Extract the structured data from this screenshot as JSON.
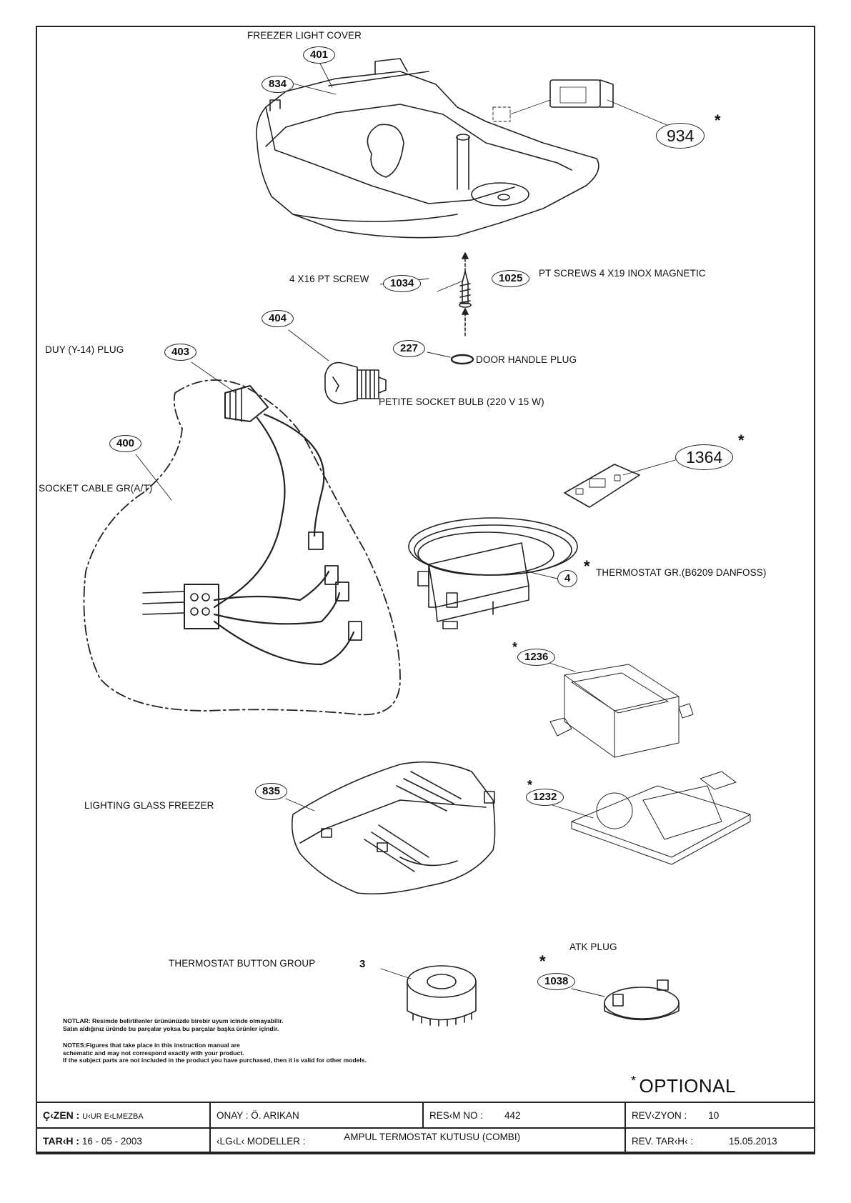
{
  "parts": {
    "freezer_light_cover": {
      "label": "FREEZER LIGHT COVER",
      "num": "401"
    },
    "p834": "834",
    "p934": "934",
    "screw_4x16": {
      "label": "4 X16  PT SCREW",
      "num": "1034"
    },
    "screw_4x19": {
      "label": "PT SCREWS 4 X19 INOX MAGNETIC",
      "num": "1025"
    },
    "p404": "404",
    "duy_plug": {
      "label": "DUY (Y-14) PLUG",
      "num": "403"
    },
    "door_handle_plug": {
      "label": "DOOR HANDLE PLUG",
      "num": "227"
    },
    "petite_bulb": {
      "label": "PETITE SOCKET BULB (220 V 15 W)"
    },
    "socket_cable": {
      "label": "SOCKET CABLE GR(A/T)",
      "num": "400"
    },
    "p1364": "1364",
    "thermostat": {
      "label": "THERMOSTAT GR.(B6209 DANFOSS)",
      "num": "4"
    },
    "p1236": "1236",
    "lighting_glass": {
      "label": "LIGHTING GLASS FREEZER",
      "num": "835"
    },
    "p1232": "1232",
    "thermostat_button": {
      "label": "THERMOSTAT BUTTON GROUP",
      "num": "3"
    },
    "atk_plug": {
      "label": "ATK PLUG",
      "num": "1038"
    },
    "star": "*"
  },
  "notes": {
    "tr1": "NOTLAR: Resimde belirtilenler ürününüzde birebir  uyum icinde olmayabilir.",
    "tr2": "Satın aldığınız üründe bu parçalar yoksa bu parçalar başka ürünler içindir.",
    "en1": "NOTES:Figures that take place in this instruction manual are",
    "en2": "schematic  and may not correspond exactly with your product.",
    "en3": "If the subject parts are not included in the product you have purchased, then it is valid for other models."
  },
  "optional_label": "OPTIONAL",
  "title_block": {
    "cizen_label": "Ç‹ZEN :",
    "cizen_value": "U‹UR E‹LMEZBA",
    "onay": "ONAY : Ö. ARIKAN",
    "resim_label": "RES‹M NO :",
    "resim_value": "442",
    "rev_label": "REV‹ZYON :",
    "rev_value": "10",
    "tarih_label": "TAR‹H :",
    "tarih_value": "16 - 05 - 2003",
    "ilgili_label": "‹LG‹L‹ MODELLER :",
    "ilgili_value": "AMPUL TERMOSTAT KUTUSU (COMBI)",
    "revtarih_label": "REV. TAR‹H‹ :",
    "revtarih_value": "15.05.2013"
  }
}
